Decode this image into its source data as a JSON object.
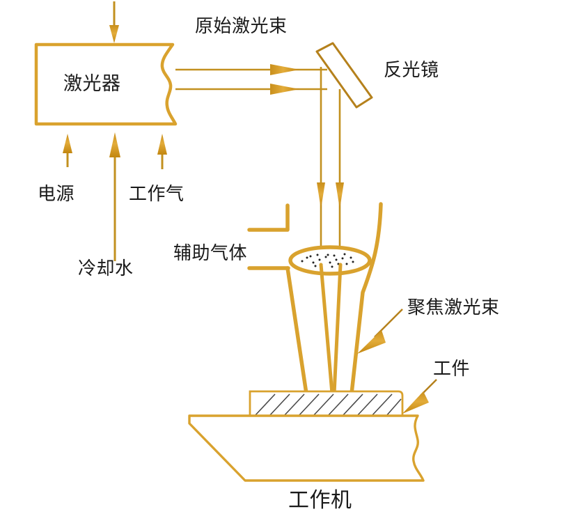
{
  "diagram": {
    "title_caption": "工作机",
    "colors": {
      "line_gold": "#D9A22E",
      "line_gold_dark": "#B5811C",
      "beam_gold": "#E0A42A",
      "text": "#1A1A1A",
      "hatch": "#4A4A4A",
      "background": "#FFFFFF"
    },
    "labels": {
      "laser_source": "激光器",
      "raw_beam": "原始激光束",
      "mirror": "反光镜",
      "power_supply": "电源",
      "working_gas": "工作气",
      "cooling_water": "冷却水",
      "auxiliary_gas": "辅助气体",
      "focused_beam": "聚焦激光束",
      "workpiece": "工件",
      "work_machine": "工作机"
    },
    "components": [
      {
        "name": "laser-source-box",
        "label": "激光器"
      },
      {
        "name": "mirror",
        "label": "反光镜"
      },
      {
        "name": "focusing-lens",
        "label": ""
      },
      {
        "name": "nozzle",
        "label": ""
      },
      {
        "name": "workpiece",
        "label": "工件"
      },
      {
        "name": "machine-base",
        "label": "工作机"
      }
    ],
    "inputs": [
      {
        "name": "power-supply",
        "label": "电源"
      },
      {
        "name": "working-gas",
        "label": "工作气"
      },
      {
        "name": "cooling-water",
        "label": "冷却水"
      },
      {
        "name": "auxiliary-gas",
        "label": "辅助气体"
      }
    ],
    "beams": [
      {
        "name": "raw-beam",
        "label": "原始激光束"
      },
      {
        "name": "focused-beam",
        "label": "聚焦激光束"
      }
    ]
  }
}
